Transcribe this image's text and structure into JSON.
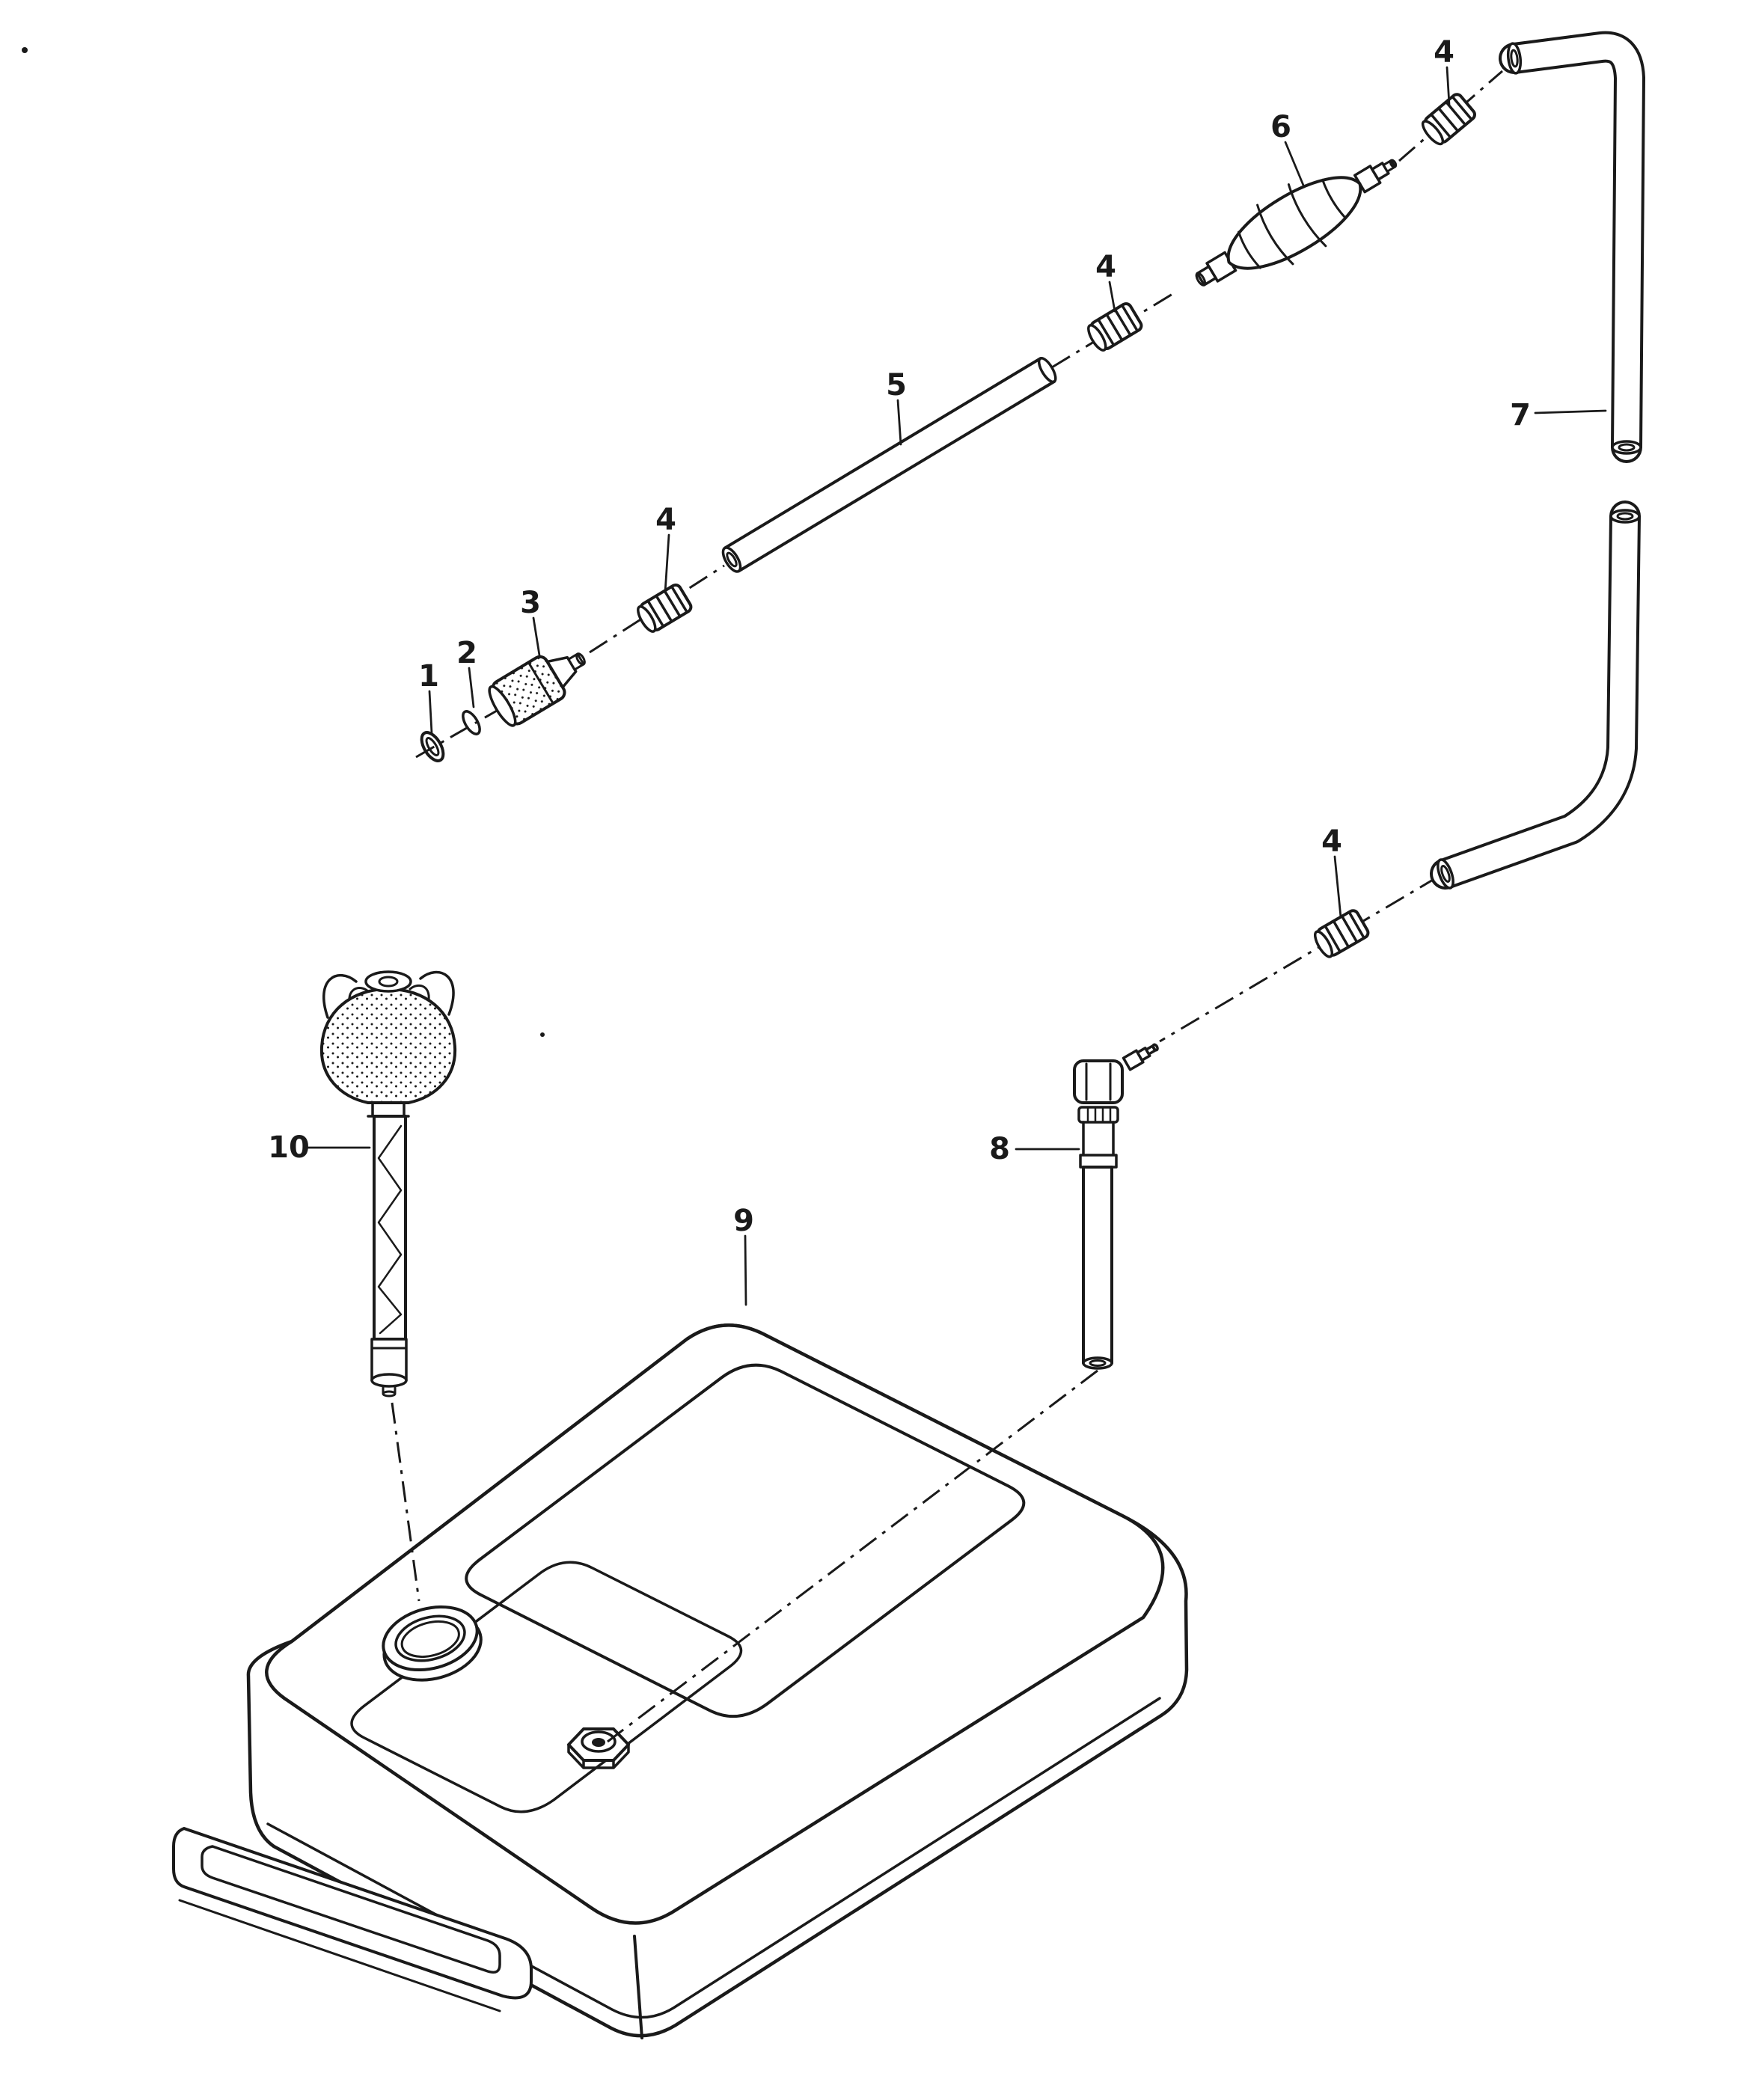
{
  "colors": {
    "ink": "#1a1a1a",
    "paper": "#ffffff"
  },
  "figure": {
    "type": "exploded-parts-diagram",
    "callouts": [
      {
        "label": "1"
      },
      {
        "label": "2"
      },
      {
        "label": "3"
      },
      {
        "label": "4"
      },
      {
        "label": "4"
      },
      {
        "label": "4"
      },
      {
        "label": "4"
      },
      {
        "label": "5"
      },
      {
        "label": "6"
      },
      {
        "label": "7"
      },
      {
        "label": "8"
      },
      {
        "label": "9"
      },
      {
        "label": "10"
      }
    ]
  }
}
